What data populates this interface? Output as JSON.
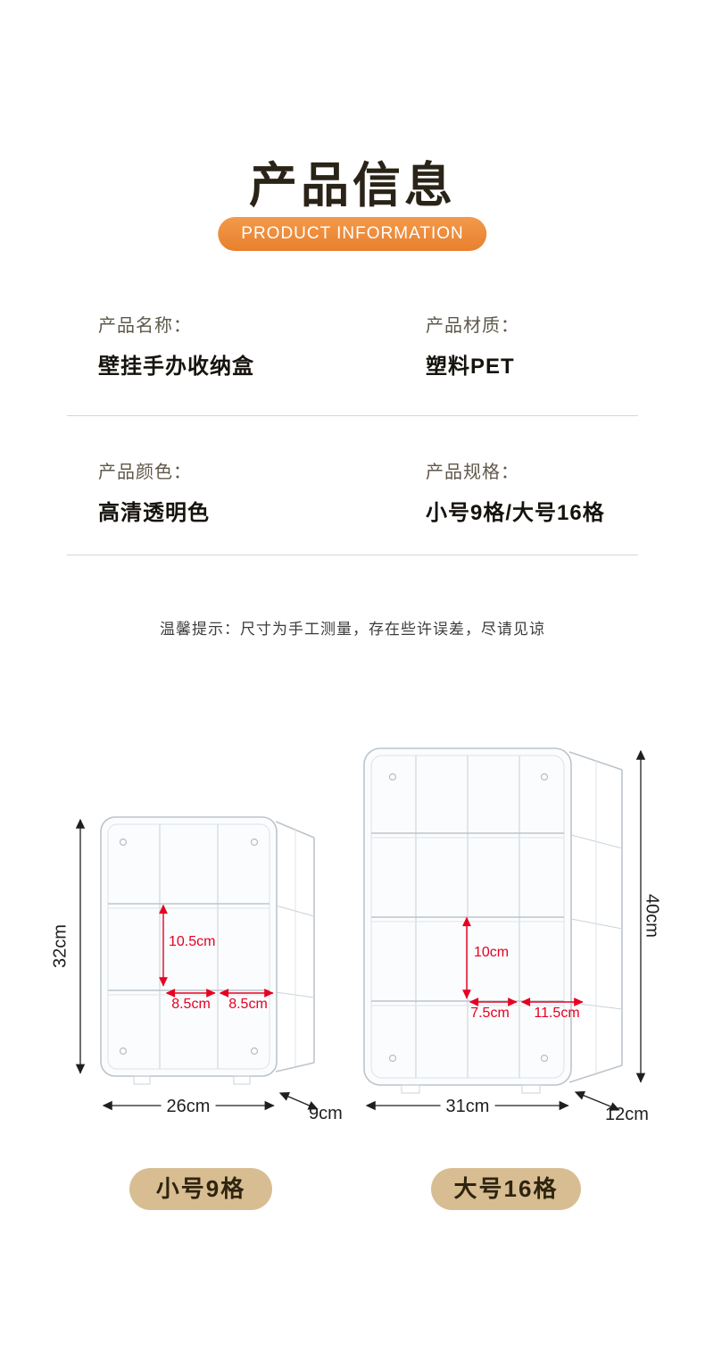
{
  "header": {
    "title": "产品信息",
    "badge": "PRODUCT INFORMATION"
  },
  "specs": {
    "name": {
      "label": "产品名称：",
      "value": "壁挂手办收纳盒"
    },
    "material": {
      "label": "产品材质：",
      "value": "塑料PET"
    },
    "color": {
      "label": "产品颜色：",
      "value": "高清透明色"
    },
    "size": {
      "label": "产品规格：",
      "value": "小号9格/大号16格"
    }
  },
  "note": "温馨提示：尺寸为手工测量，存在些许误差，尽请见谅",
  "small_box": {
    "badge": "小号9格",
    "height": "32cm",
    "width": "26cm",
    "depth": "9cm",
    "cell_height": "10.5cm",
    "cell_width_left": "8.5cm",
    "cell_width_right": "8.5cm"
  },
  "large_box": {
    "badge": "大号16格",
    "height": "40cm",
    "width": "31cm",
    "depth": "12cm",
    "cell_height": "10cm",
    "cell_width_left": "7.5cm",
    "cell_width_right": "11.5cm"
  },
  "colors": {
    "accent_orange": "#ED8B3F",
    "pill_tan": "#D8BD92",
    "dimension_red": "#E60021"
  }
}
